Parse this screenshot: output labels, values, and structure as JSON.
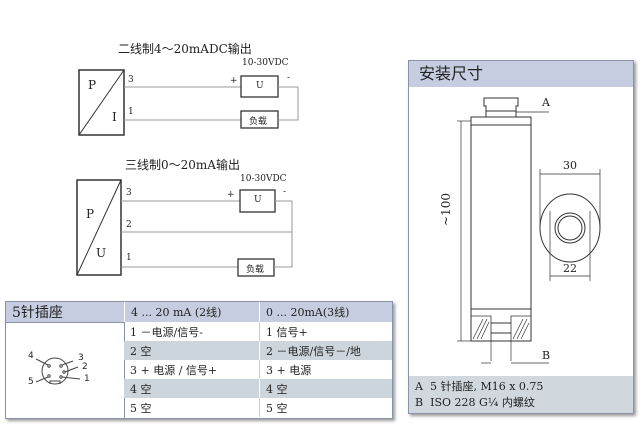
{
  "wiring": {
    "two_wire": {
      "title": "二线制4～20mADC输出",
      "voltage": "10-30VDC",
      "plus": "+",
      "minus": "-",
      "p": "P",
      "i": "I",
      "pin3": "3",
      "pin1": "1",
      "u": "U",
      "load": "负载"
    },
    "three_wire": {
      "title": "三线制0～20mA输出",
      "voltage": "10-30VDC",
      "plus": "+",
      "minus": "-",
      "p": "P",
      "u_label": "U",
      "pin3": "3",
      "pin2": "2",
      "pin1": "1",
      "u": "U",
      "load": "负载"
    }
  },
  "table": {
    "title": "5针插座",
    "headers": [
      "4 ... 20 mA (2线)",
      "0 ... 20mA(3线)"
    ],
    "rows": [
      [
        "1 －电源/信号-",
        "1  信号+"
      ],
      [
        "2 空",
        "2 －电源/信号－/地"
      ],
      [
        "3 + 电源 / 信号+",
        "3  + 电源"
      ],
      [
        "4 空",
        "4  空"
      ],
      [
        "5 空",
        "5  空"
      ]
    ],
    "pins": [
      "4",
      "3",
      "2",
      "5",
      "1"
    ]
  },
  "dimensions": {
    "title": "安装尺寸",
    "a": "A",
    "b": "B",
    "length": "~100",
    "outer": "30",
    "inner": "22",
    "notes": [
      {
        "key": "A",
        "text": "5 针插座, M16 x 0.75"
      },
      {
        "key": "B",
        "text": "ISO 228 G¼ 内螺纹"
      }
    ]
  }
}
